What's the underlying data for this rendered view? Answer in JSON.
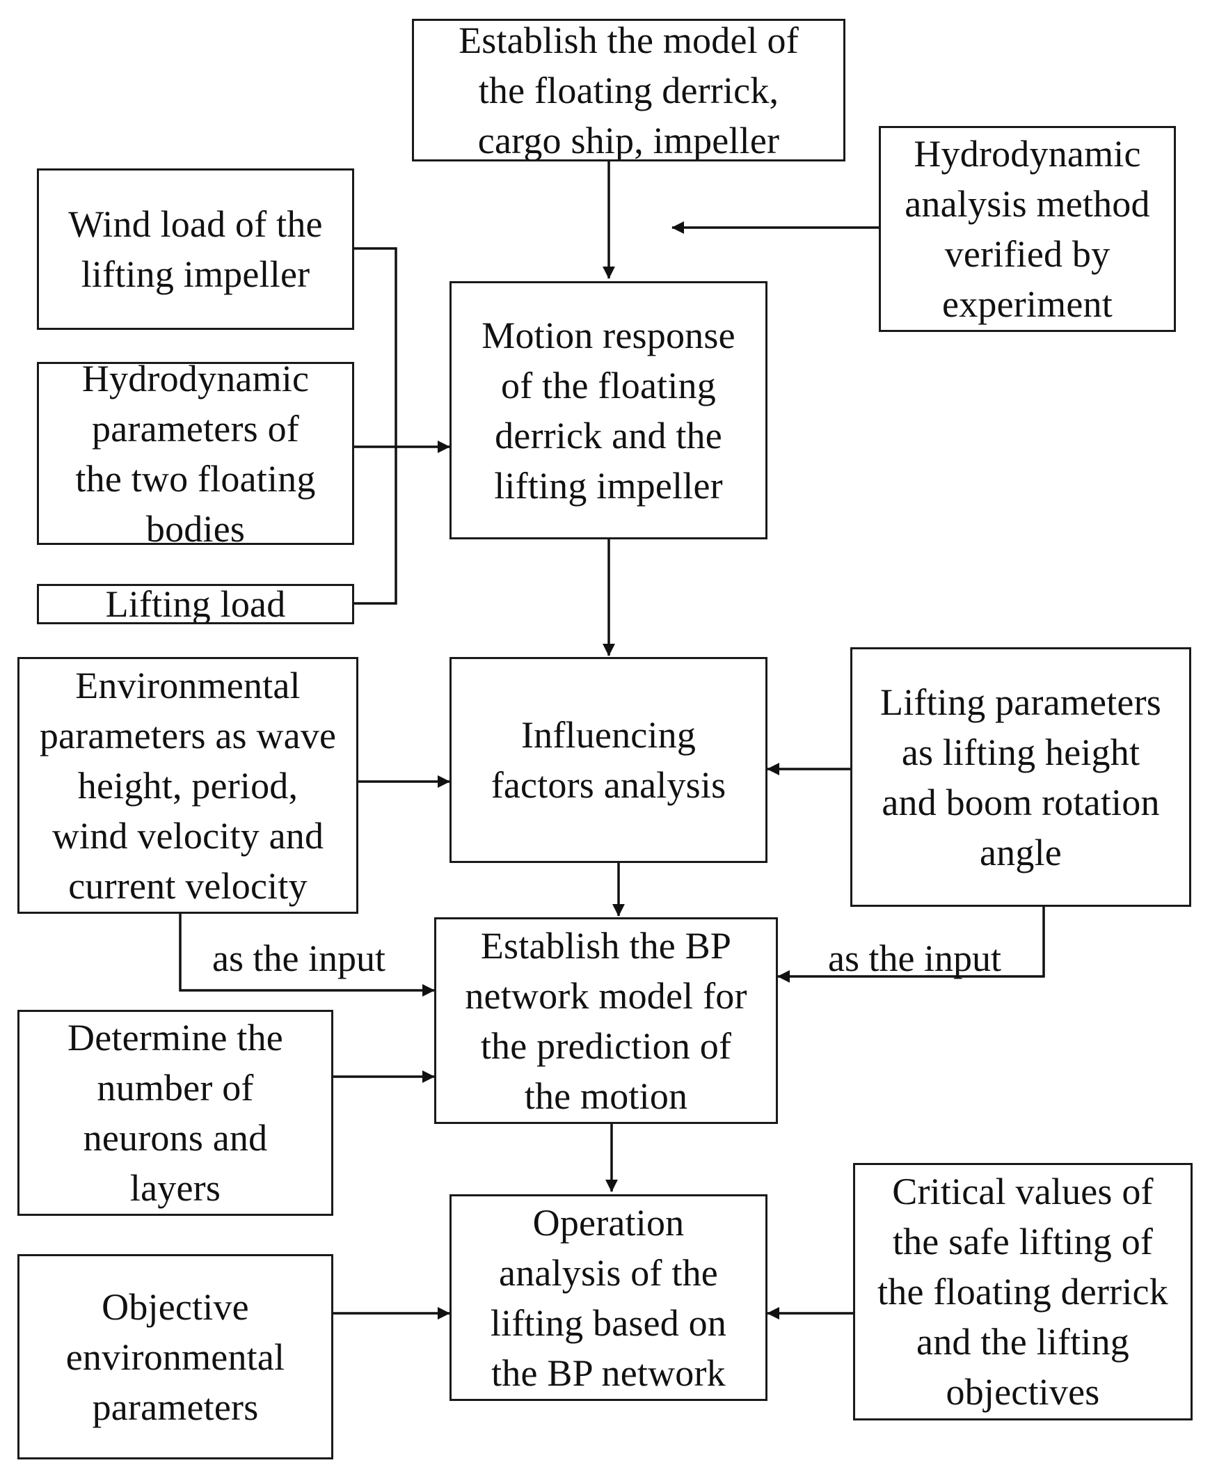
{
  "diagram": {
    "nodes": {
      "establish_model": "Establish the model of\nthe floating derrick,\ncargo ship, impeller",
      "hydrodynamic_method": "Hydrodynamic\nanalysis method\nverified by\nexperiment",
      "wind_load": "Wind load of the\nlifting impeller",
      "hydro_params": "Hydrodynamic\nparameters of\nthe two floating\nbodies",
      "lifting_load": "Lifting load",
      "motion_response": "Motion response\nof the floating\nderrick and the\nlifting impeller",
      "env_params": "Environmental\nparameters as wave\nheight, period,\nwind velocity and\ncurrent velocity",
      "influencing": "Influencing\nfactors analysis",
      "lifting_params": "Lifting parameters\nas lifting height\nand boom rotation\nangle",
      "establish_bp": "Establish the BP\nnetwork model for\nthe prediction of\nthe motion",
      "determine_neurons": "Determine the\nnumber of\nneurons and\nlayers",
      "objective_env": "Objective\nenvironmental\nparameters",
      "operation_analysis": "Operation\nanalysis of the\nlifting based on\nthe BP network",
      "critical_values": "Critical values of\nthe safe lifting of\nthe floating derrick\nand the lifting\nobjectives"
    },
    "edge_labels": {
      "env_input": "as the input",
      "lifting_input": "as the input"
    }
  }
}
